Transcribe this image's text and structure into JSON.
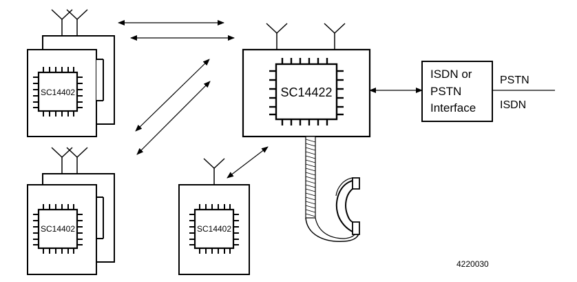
{
  "handsets": [
    {
      "chip_label": "SC14402"
    },
    {
      "chip_label": "SC14402"
    },
    {
      "chip_label": "SC14402"
    }
  ],
  "base_station": {
    "chip_label": "SC14422"
  },
  "interface_box": {
    "lines": [
      "ISDN or",
      "PSTN",
      "Interface"
    ]
  },
  "line_labels": {
    "top": "PSTN",
    "bottom": "ISDN"
  },
  "figure_id": "4220030"
}
